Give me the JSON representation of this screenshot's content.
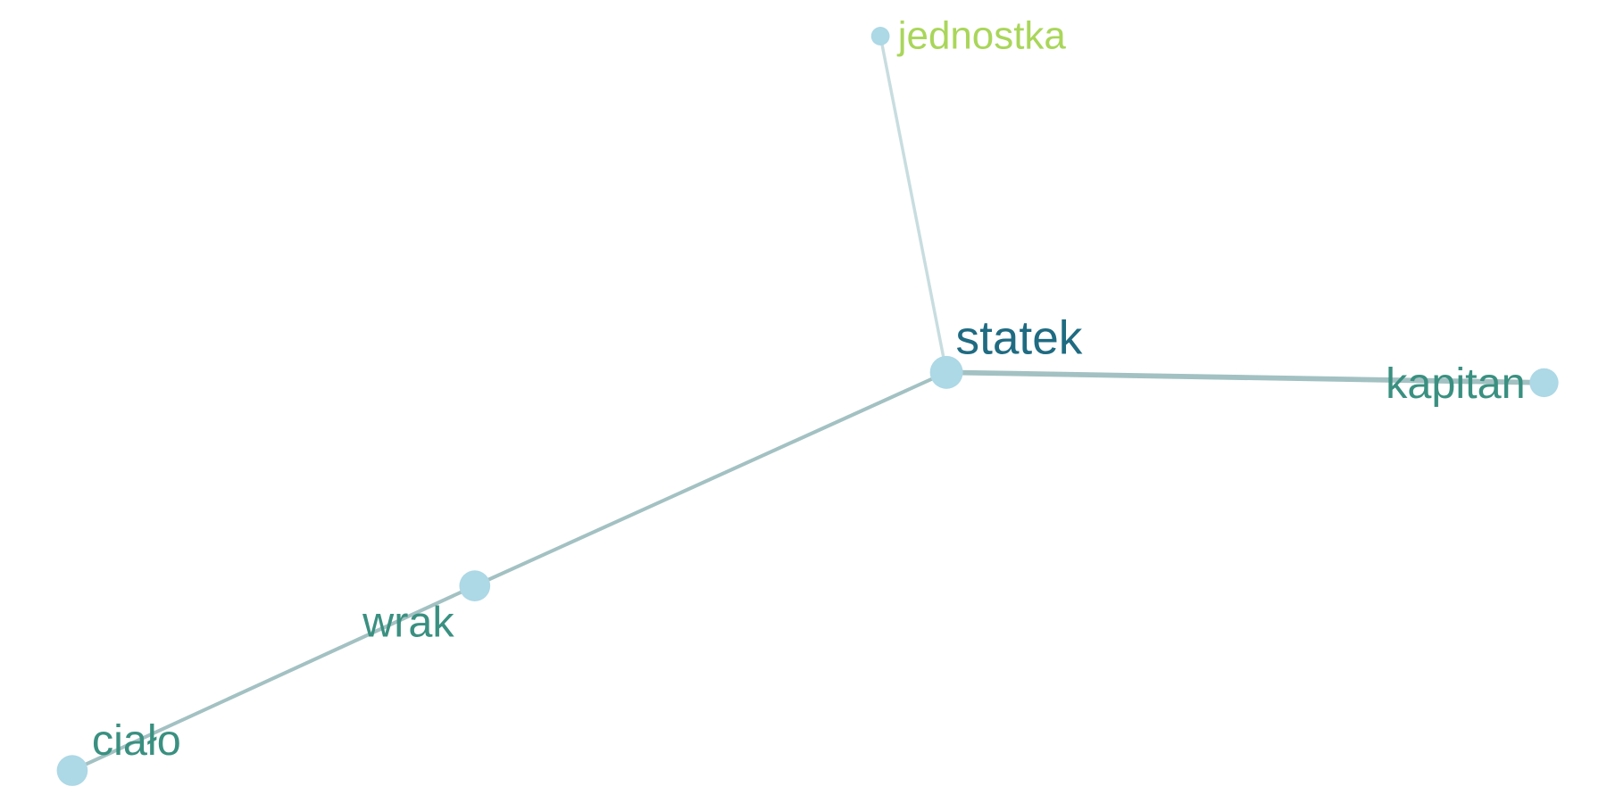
{
  "graph": {
    "nodes": [
      {
        "id": "statek",
        "label": "statek",
        "label_color": "#1f6b82",
        "node_color": "#add8e6"
      },
      {
        "id": "jednostka",
        "label": "jednostka",
        "label_color": "#a9d65a",
        "node_color": "#add8e6"
      },
      {
        "id": "kapitan",
        "label": "kapitan",
        "label_color": "#3a9080",
        "node_color": "#add8e6"
      },
      {
        "id": "wrak",
        "label": "wrak",
        "label_color": "#3a9080",
        "node_color": "#add8e6"
      },
      {
        "id": "cialo",
        "label": "ciało",
        "label_color": "#3a9080",
        "node_color": "#add8e6"
      }
    ],
    "edges": [
      {
        "source": "statek",
        "target": "jednostka",
        "color": "#c8dde0"
      },
      {
        "source": "statek",
        "target": "kapitan",
        "color": "#a3c1c2"
      },
      {
        "source": "statek",
        "target": "wrak",
        "color": "#a3c1c2"
      },
      {
        "source": "wrak",
        "target": "cialo",
        "color": "#a3c1c2"
      }
    ]
  }
}
